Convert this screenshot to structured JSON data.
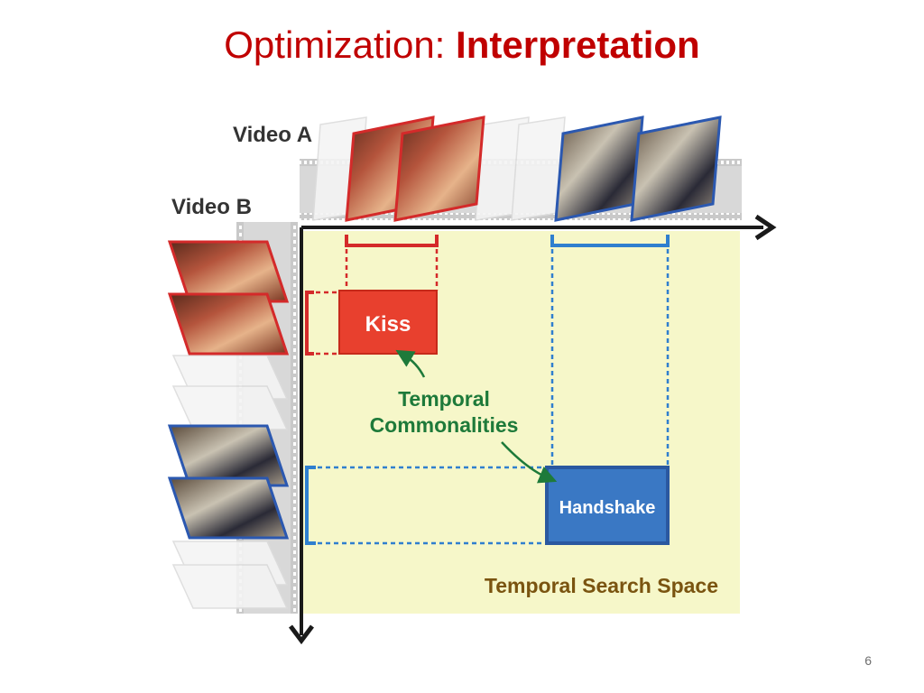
{
  "title": {
    "prefix": "Optimization: ",
    "emphasis": "Interpretation"
  },
  "diagram": {
    "video_a_label": "Video A",
    "video_b_label": "Video B",
    "kiss_label": "Kiss",
    "handshake_label": "Handshake",
    "commonalities_line1": "Temporal",
    "commonalities_line2": "Commonalities",
    "search_space_label": "Temporal Search Space"
  },
  "colors": {
    "title": "#c00000",
    "kiss": "#e8402e",
    "handshake": "#3a78c4",
    "commonalities": "#1e7a3a",
    "search_space_text": "#7a5410",
    "search_space_bg": "#f6f7c9"
  },
  "page_number": "6"
}
